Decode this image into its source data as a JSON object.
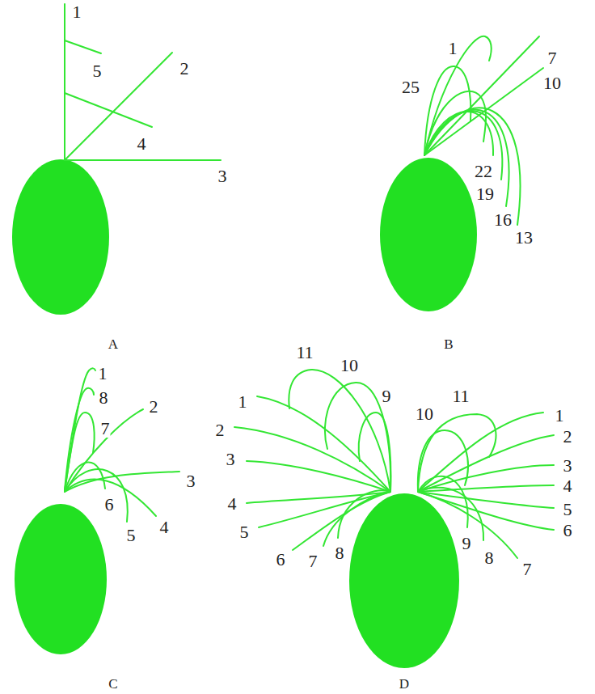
{
  "diagram": {
    "labels": [
      "1",
      "5",
      "2",
      "4",
      "3",
      "A",
      "1",
      "7",
      "25",
      "10",
      "22",
      "19",
      "16",
      "13",
      "B",
      "1",
      "8",
      "2",
      "7",
      "3",
      "6",
      "5",
      "4",
      "C",
      "11",
      "10",
      "9",
      "1",
      "2",
      "3",
      "4",
      "5",
      "8",
      "6",
      "7",
      "10",
      "11",
      "1",
      "2",
      "3",
      "4",
      "5",
      "9",
      "6",
      "8",
      "7",
      "D"
    ]
  }
}
